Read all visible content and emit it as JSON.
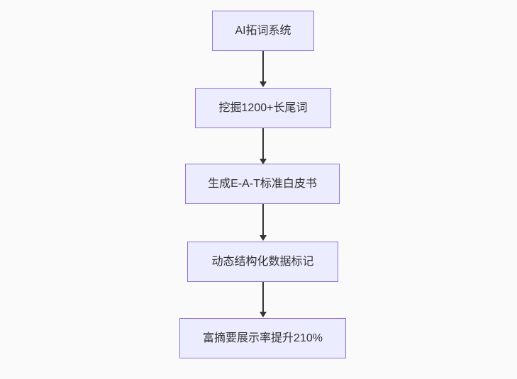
{
  "flowchart": {
    "direction": "top-down",
    "colors": {
      "background": "#fafafa",
      "node_fill": "#ECECFF",
      "node_border": "#9370DB",
      "node_text": "#333333",
      "arrow": "#333333"
    },
    "nodes": [
      {
        "id": "A",
        "label": "AI拓词系统"
      },
      {
        "id": "B",
        "label": "挖掘1200+长尾词"
      },
      {
        "id": "C",
        "label": "生成E-A-T标准白皮书"
      },
      {
        "id": "D",
        "label": "动态结构化数据标记"
      },
      {
        "id": "E",
        "label": "富摘要展示率提升210%"
      }
    ],
    "edges": [
      {
        "from": "A",
        "to": "B"
      },
      {
        "from": "B",
        "to": "C"
      },
      {
        "from": "C",
        "to": "D"
      },
      {
        "from": "D",
        "to": "E"
      }
    ]
  }
}
